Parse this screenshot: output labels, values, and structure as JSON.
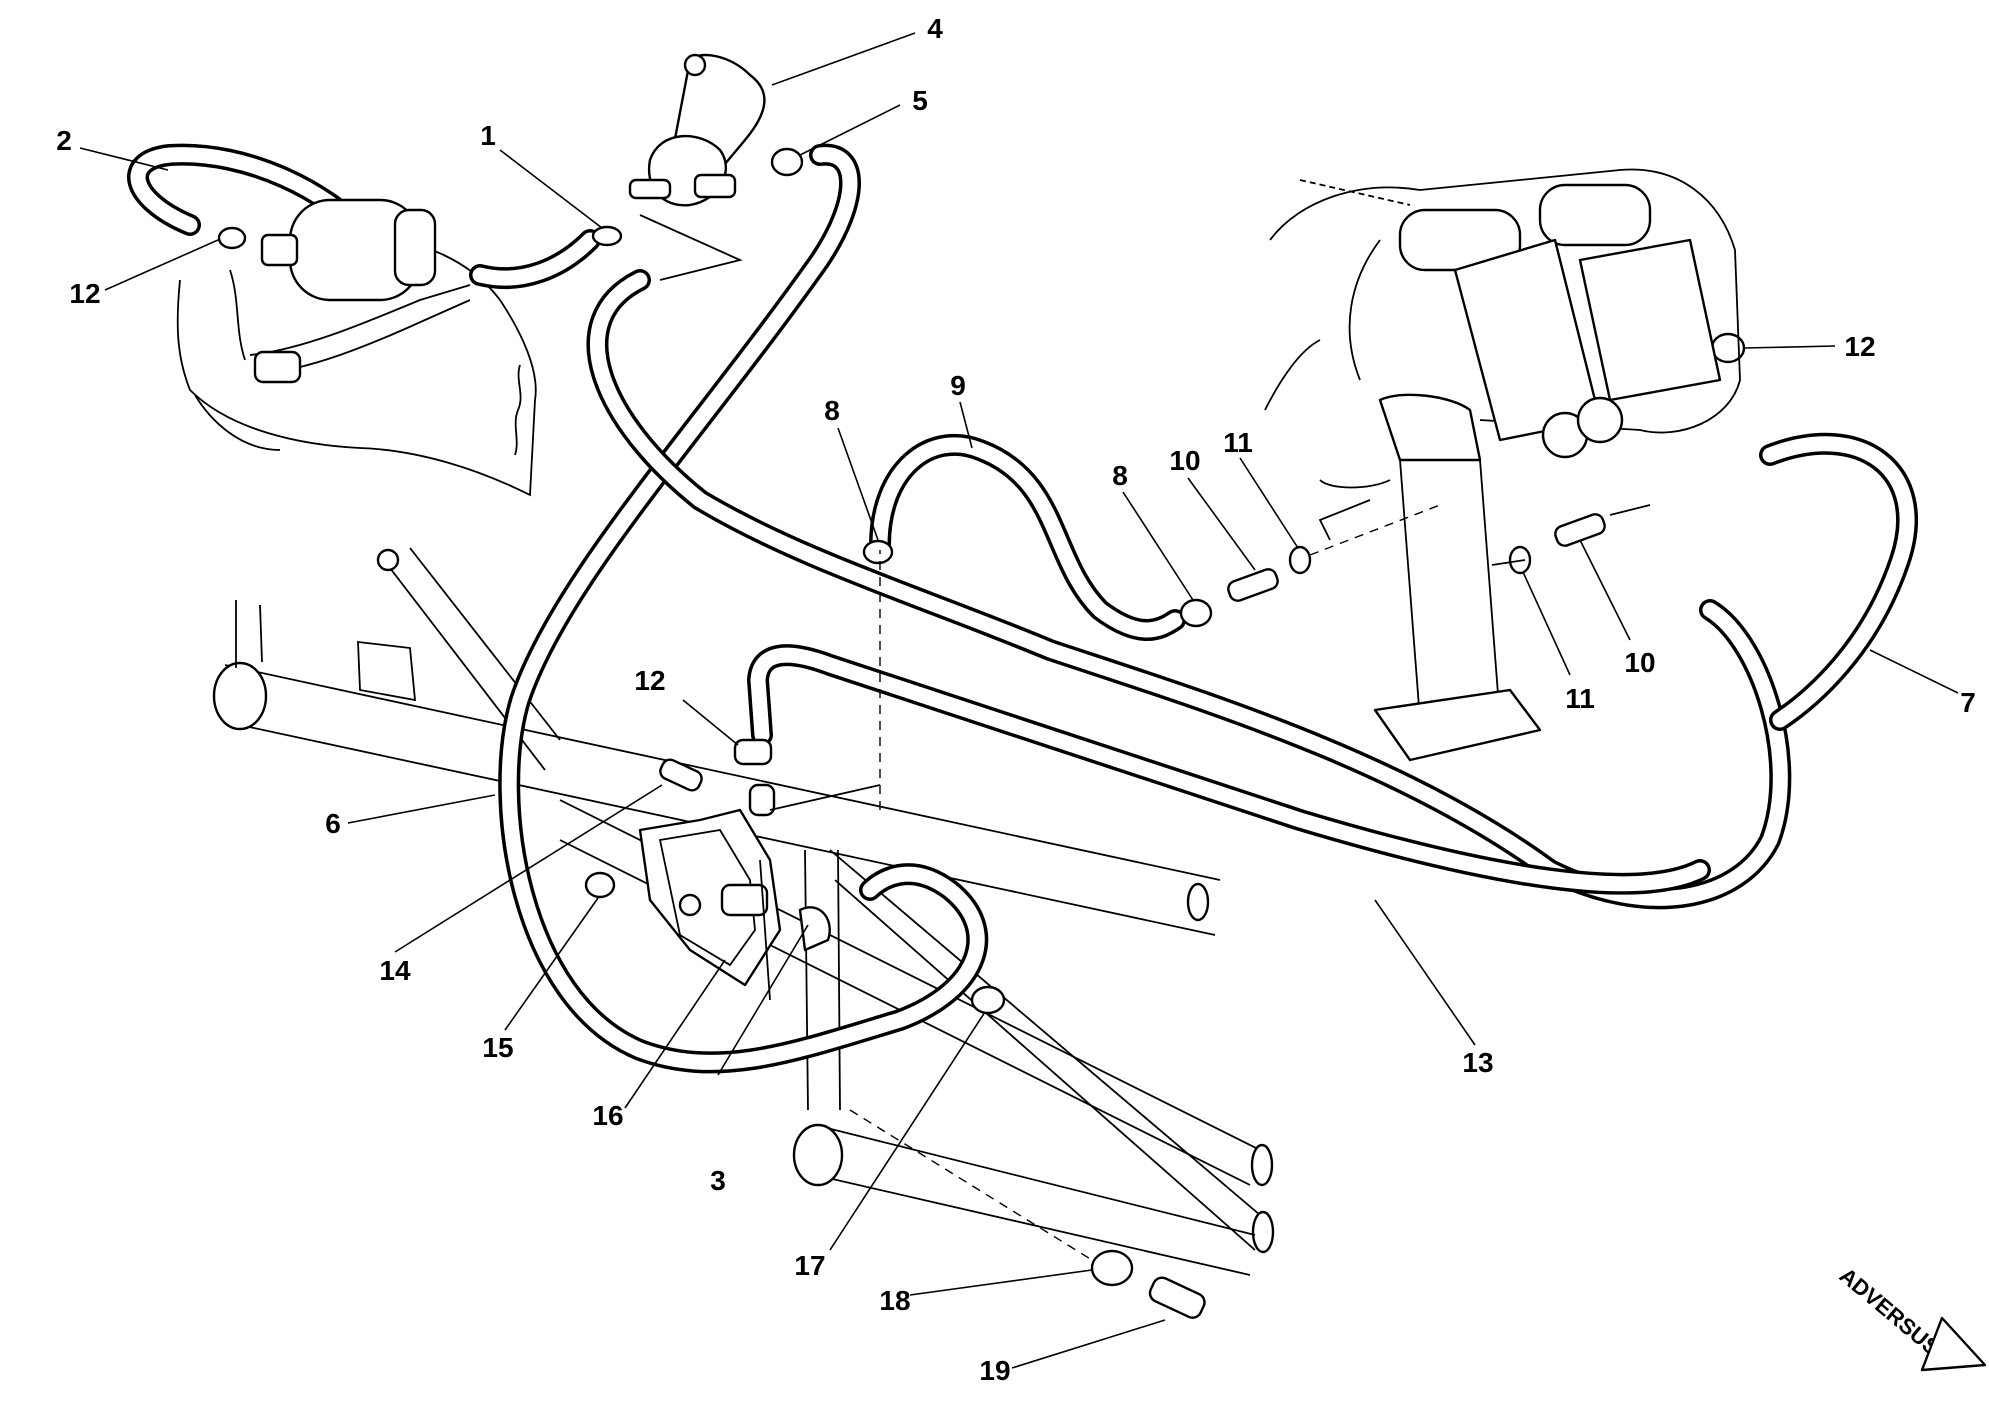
{
  "callouts": {
    "c1": "1",
    "c2": "2",
    "c3": "3",
    "c4": "4",
    "c5": "5",
    "c6": "6",
    "c7": "7",
    "c8a": "8",
    "c8b": "8",
    "c9": "9",
    "c10a": "10",
    "c10b": "10",
    "c11a": "11",
    "c11b": "11",
    "c12a": "12",
    "c12b": "12",
    "c12c": "12",
    "c13": "13",
    "c14": "14",
    "c15": "15",
    "c16": "16",
    "c17": "17",
    "c18": "18",
    "c19": "19"
  },
  "watermark": "ADVERSUS"
}
